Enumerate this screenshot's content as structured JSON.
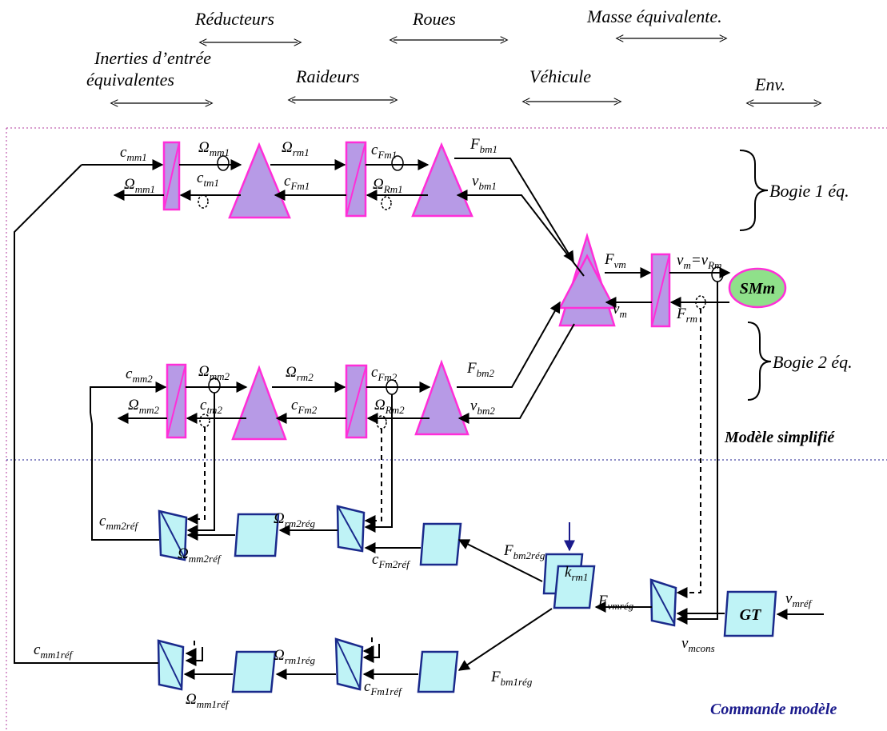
{
  "headers": {
    "reducteurs": "Réducteurs",
    "roues": "Roues",
    "masse": "Masse équivalente.",
    "inerties_1": "Inerties d’entrée",
    "inerties_2": "équivalentes",
    "raideurs": "Raideurs",
    "vehicule": "Véhicule",
    "env": "Env."
  },
  "bogies": {
    "bogie1": "Bogie 1 éq.",
    "bogie2": "Bogie 2 éq."
  },
  "sections": {
    "model": "Modèle simplifié",
    "control": "Commande modèle"
  },
  "blocks": {
    "smm": "SMm",
    "gt": "GT"
  },
  "labels": {
    "c_mm1": [
      "c",
      "mm1"
    ],
    "Omega_mm1_in": [
      "Ω",
      "mm1"
    ],
    "Omega_mm1_out": [
      "Ω",
      "mm1"
    ],
    "c_tm1": [
      "c",
      "tm1"
    ],
    "Omega_rm1": [
      "Ω",
      "rm1"
    ],
    "c_Fm1_a": [
      "c",
      "Fm1"
    ],
    "c_Fm1_b": [
      "c",
      "Fm1"
    ],
    "Omega_Rm1": [
      "Ω",
      "Rm1"
    ],
    "F_bm1": [
      "F",
      "bm1"
    ],
    "v_bm1": [
      "v",
      "bm1"
    ],
    "F_vm": [
      "F",
      "vm"
    ],
    "v_m_eq": [
      "v",
      "m",
      "=v",
      "Rm"
    ],
    "v_m": [
      "v",
      "m"
    ],
    "F_rm": [
      "F",
      "rm"
    ],
    "c_mm2": [
      "c",
      "mm2"
    ],
    "Omega_mm2_in": [
      "Ω",
      "mm2"
    ],
    "Omega_mm2_out": [
      "Ω",
      "mm2"
    ],
    "c_tm2": [
      "c",
      "tm2"
    ],
    "Omega_rm2": [
      "Ω",
      "rm2"
    ],
    "c_Fm2_a": [
      "c",
      "Fm2"
    ],
    "c_Fm2_b": [
      "c",
      "Fm2"
    ],
    "Omega_Rm2": [
      "Ω",
      "Rm2"
    ],
    "F_bm2": [
      "F",
      "bm2"
    ],
    "v_bm2": [
      "v",
      "bm2"
    ],
    "c_mm2ref": [
      "c",
      "mm2réf"
    ],
    "Omega_mm2ref": [
      "Ω",
      "mm2réf"
    ],
    "Omega_rm2reg": [
      "Ω",
      "rm2rég"
    ],
    "c_Fm2ref": [
      "c",
      "Fm2réf"
    ],
    "F_bm2reg": [
      "F",
      "bm2rég"
    ],
    "k_rm1": [
      "k",
      "rm1"
    ],
    "F_vmreg": [
      "F",
      "vmrég"
    ],
    "v_mcons": [
      "v",
      "mcons"
    ],
    "v_mref": [
      "v",
      "mréf"
    ],
    "c_mm1ref": [
      "c",
      "mm1réf"
    ],
    "Omega_mm1ref": [
      "Ω",
      "mm1réf"
    ],
    "Omega_rm1reg": [
      "Ω",
      "rm1rég"
    ],
    "c_Fm1ref": [
      "c",
      "Fm1réf"
    ],
    "F_bm1reg": [
      "F",
      "bm1rég"
    ]
  },
  "colors": {
    "energy_fill": "#b79ae6",
    "energy_stroke": "#ff2ed8",
    "control_fill": "#bff3f6",
    "control_stroke": "#1a2a8c",
    "source_fill": "#8fe08a",
    "section_text": "#1a1a8c"
  }
}
